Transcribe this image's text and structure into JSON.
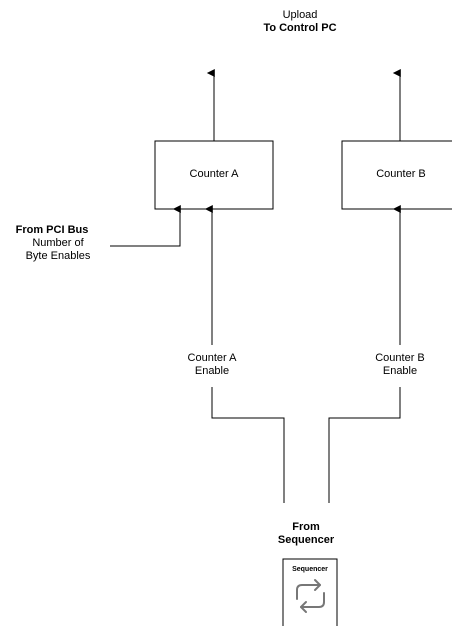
{
  "upload": {
    "line1": "Upload",
    "line2": "To Control PC"
  },
  "counter_a": {
    "label": "Counter A"
  },
  "counter_b": {
    "label": "Counter B"
  },
  "pci": {
    "title": "From PCI Bus",
    "line1": "Number of",
    "line2": "Byte Enables"
  },
  "enable_a": {
    "line1": "Counter A",
    "line2": "Enable"
  },
  "enable_b": {
    "line1": "Counter B",
    "line2": "Enable"
  },
  "from_sequencer": {
    "line1": "From",
    "line2": "Sequencer"
  },
  "sequencer_icon": {
    "label": "Sequencer",
    "icon": "cycle-arrows-icon"
  },
  "colors": {
    "stroke": "#000000",
    "background": "#ffffff"
  }
}
